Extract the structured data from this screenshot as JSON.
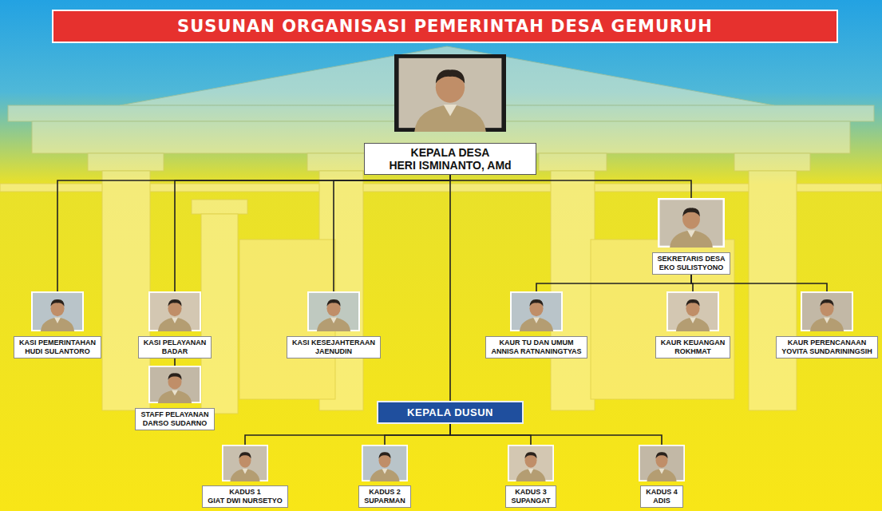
{
  "diagram": {
    "title": "SUSUNAN ORGANISASI PEMERINTAH DESA GEMURUH",
    "nodes": [
      {
        "text": [
          "KEPALA DESA",
          "HERI ISMINANTO, AMd"
        ]
      },
      {
        "text": [
          "KASI PEMERINTAHAN",
          "HUDI SULANTORO"
        ]
      },
      {
        "text": [
          "KASI PELAYANAN",
          "BADAR"
        ]
      },
      {
        "text": [
          "STAFF PELAYANAN",
          "DARSO SUDARNO"
        ]
      },
      {
        "text": [
          "KASI KESEJAHTERAAN",
          "JAENUDIN"
        ]
      },
      {
        "text": [
          "SEKRETARIS DESA",
          "EKO SULISTYONO"
        ]
      },
      {
        "text": [
          "KAUR TU DAN UMUM",
          "ANNISA RATNANINGTYAS"
        ]
      },
      {
        "text": [
          "KAUR KEUANGAN",
          "ROKHMAT"
        ]
      },
      {
        "text": [
          "KAUR PERENCANAAN",
          "YOVITA SUNDARININGSIH"
        ]
      },
      {
        "text": [
          "KEPALA DUSUN"
        ]
      },
      {
        "text": [
          "KADUS 1",
          "GIAT DWI NURSETYO"
        ]
      },
      {
        "text": [
          "KADUS 2",
          "SUPARMAN"
        ]
      },
      {
        "text": [
          "KADUS 3",
          "SUPANGAT"
        ]
      },
      {
        "text": [
          "KADUS 4",
          "ADIS"
        ]
      }
    ],
    "edges": [
      {
        "from": 0,
        "to": 1,
        "arrow": "none"
      },
      {
        "from": 0,
        "to": 2,
        "arrow": "none"
      },
      {
        "from": 0,
        "to": 4,
        "arrow": "none"
      },
      {
        "from": 0,
        "to": 5,
        "arrow": "none"
      },
      {
        "from": 0,
        "to": 9,
        "arrow": "none"
      },
      {
        "from": 2,
        "to": 3,
        "arrow": "none"
      },
      {
        "from": 5,
        "to": 6,
        "arrow": "none"
      },
      {
        "from": 5,
        "to": 7,
        "arrow": "none"
      },
      {
        "from": 5,
        "to": 8,
        "arrow": "none"
      },
      {
        "from": 9,
        "to": 10,
        "arrow": "none"
      },
      {
        "from": 9,
        "to": 11,
        "arrow": "none"
      },
      {
        "from": 9,
        "to": 12,
        "arrow": "none"
      },
      {
        "from": 9,
        "to": 13,
        "arrow": "none"
      }
    ]
  }
}
